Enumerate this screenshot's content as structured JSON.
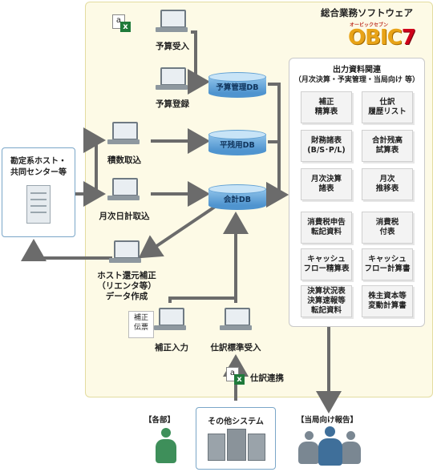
{
  "title": "総合業務ソフトウェア",
  "logo": {
    "sub": "オービックセブン",
    "main": "OBIC",
    "seven": "7"
  },
  "host": {
    "line1": "勘定系ホスト・",
    "line2": "共同センター等"
  },
  "laptops": {
    "budget_receive": "予算受入",
    "budget_register": "予算登録",
    "balance_fetch": "積数取込",
    "daily_fetch": "月次日計取込",
    "host_return": [
      "ホスト還元補正",
      "（リエンタ等）",
      "データ作成"
    ],
    "correction_input": "補正入力",
    "journal_receive": "仕訳標準受入"
  },
  "dbs": {
    "budget": "予算管理DB",
    "balance": "平残用DB",
    "accounting": "会計DB"
  },
  "output": {
    "heading1": "出力資料関連",
    "heading2": "（月次決算・予実管理・当局向け 等）",
    "docs": [
      [
        "補正",
        "精算表"
      ],
      [
        "仕訳",
        "履歴リスト"
      ],
      [
        "財務諸表",
        "(B/S･P/L)"
      ],
      [
        "合計残高",
        "試算表"
      ],
      [
        "月次決算",
        "諸表"
      ],
      [
        "月次",
        "推移表"
      ],
      [
        "消費税申告",
        "転記資料"
      ],
      [
        "消費税",
        "付表"
      ],
      [
        "キャッシュ",
        "フロー精算表"
      ],
      [
        "キャッシュ",
        "フロー計算書"
      ],
      [
        "決算状況表",
        "決算速報等",
        "転記資料"
      ],
      [
        "株主資本等",
        "変動計算書"
      ]
    ]
  },
  "note": {
    "line1": "補正",
    "line2": "伝票"
  },
  "journal_link": "仕訳連携",
  "bottom": {
    "dept": "【各部】",
    "other_system": "その他システム",
    "authority": "【当局向け報告】"
  },
  "colors": {
    "arrow": "#6b6b6b",
    "zone": "#fdfae6",
    "db": "#4f94cf",
    "person_green": "#3e8f5a",
    "person_blue": "#3f6f9a"
  }
}
